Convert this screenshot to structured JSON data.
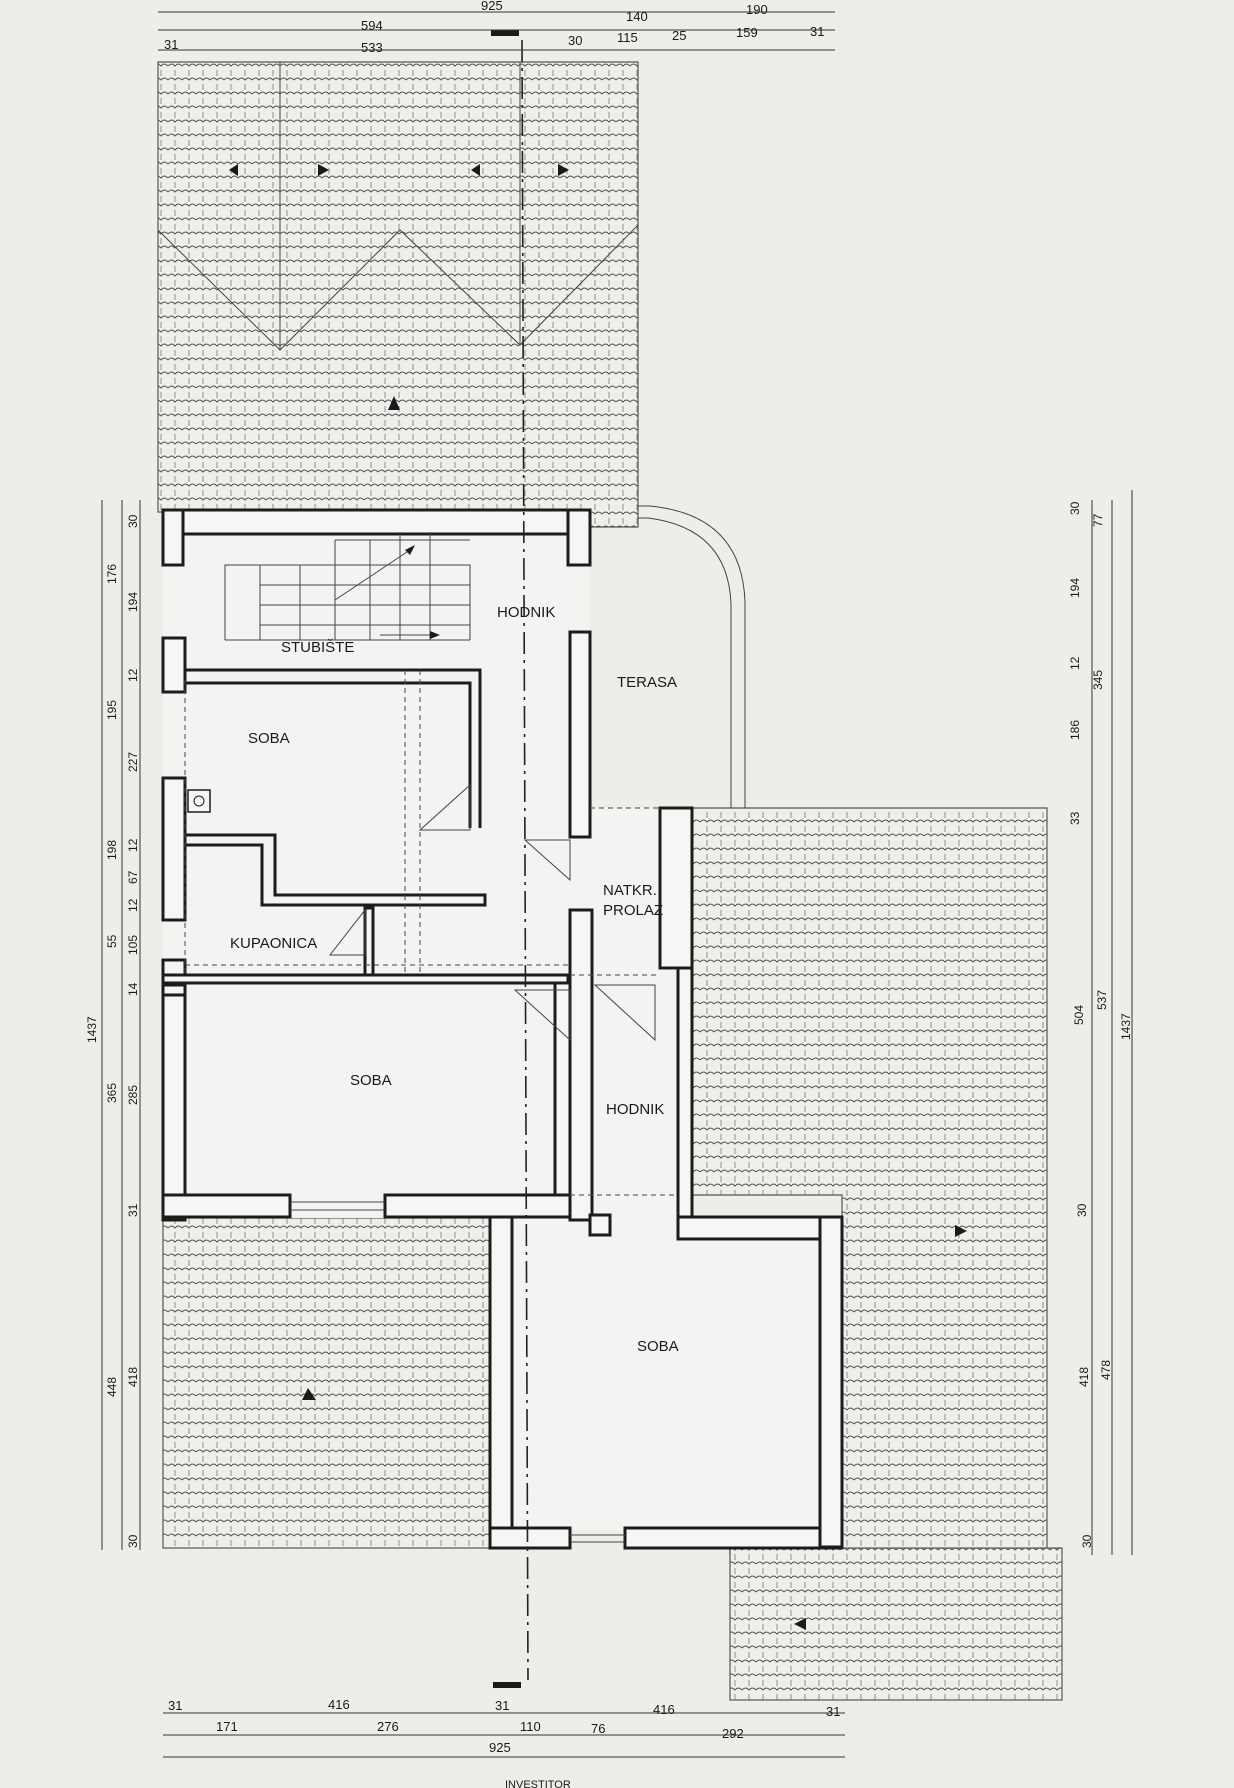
{
  "rooms": {
    "stubiste": "STUBIŠTE",
    "hodnik_upper": "HODNIK",
    "terasa": "TERASA",
    "soba_upper": "SOBA",
    "natkr_line1": "NATKR.",
    "natkr_line2": "PROLAZ",
    "kupaonica": "KUPAONICA",
    "soba_middle": "SOBA",
    "hodnik_lower": "HODNIK",
    "soba_lower": "SOBA"
  },
  "top_dims": {
    "row1": {
      "d925": "925",
      "d140": "140",
      "d190": "190"
    },
    "row2": {
      "d594": "594",
      "d25": "25",
      "d159": "159",
      "d31": "31"
    },
    "row3": {
      "d31": "31",
      "d533": "533",
      "d30": "30",
      "d115": "115"
    }
  },
  "bottom_dims": {
    "row1": {
      "d31a": "31",
      "d416a": "416",
      "d31b": "31",
      "d416b": "416",
      "d31c": "31"
    },
    "row2": {
      "d171": "171",
      "d276": "276",
      "d110": "110",
      "d76": "76",
      "d292": "292"
    },
    "row3": {
      "d925": "925"
    }
  },
  "left_dims": {
    "outer": {
      "d1437": "1437"
    },
    "mid": {
      "d176": "176",
      "d195": "195",
      "d198": "198",
      "d55": "55",
      "d365": "365",
      "d448": "448"
    },
    "inner": {
      "d30a": "30",
      "d194": "194",
      "d12a": "12",
      "d227": "227",
      "d12b": "12",
      "d67": "67",
      "d12c": "12",
      "d105": "105",
      "d14": "14",
      "d285": "285",
      "d31": "31",
      "d418": "418",
      "d30b": "30"
    }
  },
  "right_dims": {
    "inner": {
      "d30a": "30",
      "d194": "194",
      "d12": "12",
      "d186": "186",
      "d33": "33",
      "d504": "504",
      "d30b": "30",
      "d418": "418",
      "d30c": "30"
    },
    "mid": {
      "d77": "77",
      "d345": "345",
      "d537": "537",
      "d478": "478"
    },
    "outer": {
      "d1437": "1437"
    }
  },
  "footer": {
    "partial_text": "INVESTITOR"
  }
}
